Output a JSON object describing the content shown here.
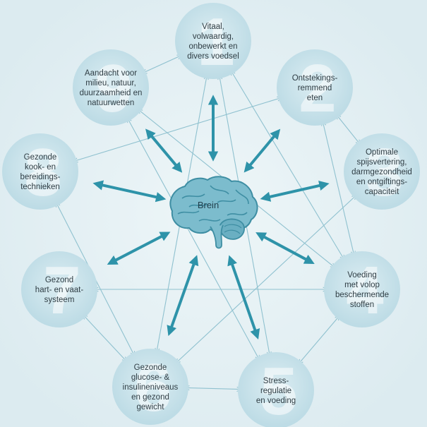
{
  "brain": {
    "label": "Brein"
  },
  "nodes": [
    {
      "id": "n1",
      "number": "1",
      "lines": [
        "Vitaal,",
        "volwaardig,",
        "onbewerkt en",
        "divers voedsel"
      ]
    },
    {
      "id": "n2",
      "number": "2",
      "lines": [
        "Ontstekings-",
        "remmend",
        "eten"
      ]
    },
    {
      "id": "n3",
      "number": "3",
      "lines": [
        "Optimale",
        "spijsvertering,",
        "darmgezondheid",
        "en ontgiftings-",
        "capaciteit"
      ]
    },
    {
      "id": "n4",
      "number": "4",
      "lines": [
        "Voeding",
        "met volop",
        "beschermende",
        "stoffen"
      ]
    },
    {
      "id": "n5",
      "number": "5",
      "lines": [
        "Stress-",
        "regulatie",
        "en voeding"
      ]
    },
    {
      "id": "n6",
      "number": "6",
      "lines": [
        "Gezonde",
        "glucose- &",
        "insulineniveaus",
        "en gezond",
        "gewicht"
      ]
    },
    {
      "id": "n7",
      "number": "7",
      "lines": [
        "Gezond",
        "hart- en vaat-",
        "systeem"
      ]
    },
    {
      "id": "n8",
      "number": "8",
      "lines": [
        "Gezonde",
        "kook- en",
        "bereidings-",
        "technieken"
      ]
    },
    {
      "id": "n9",
      "number": "9",
      "lines": [
        "Aandacht voor",
        "milieu, natuur,",
        "duurzaamheid en",
        "natuurwetten"
      ]
    }
  ],
  "connections": [
    [
      "n1",
      "n9"
    ],
    [
      "n1",
      "n4"
    ],
    [
      "n1",
      "n5"
    ],
    [
      "n1",
      "n6"
    ],
    [
      "n2",
      "n3"
    ],
    [
      "n2",
      "n4"
    ],
    [
      "n2",
      "n8"
    ],
    [
      "n9",
      "n4"
    ],
    [
      "n9",
      "n5"
    ],
    [
      "n8",
      "n6"
    ],
    [
      "n7",
      "n4"
    ],
    [
      "n7",
      "n6"
    ],
    [
      "n3",
      "n6"
    ],
    [
      "n4",
      "n5"
    ],
    [
      "n6",
      "n5"
    ]
  ],
  "colors": {
    "background": "#e4f0f4",
    "node_fill": "#cfe5ec",
    "thin_arrow": "#8fc1cf",
    "thick_arrow": "#2e93a9",
    "brain": "#6aafc2"
  }
}
